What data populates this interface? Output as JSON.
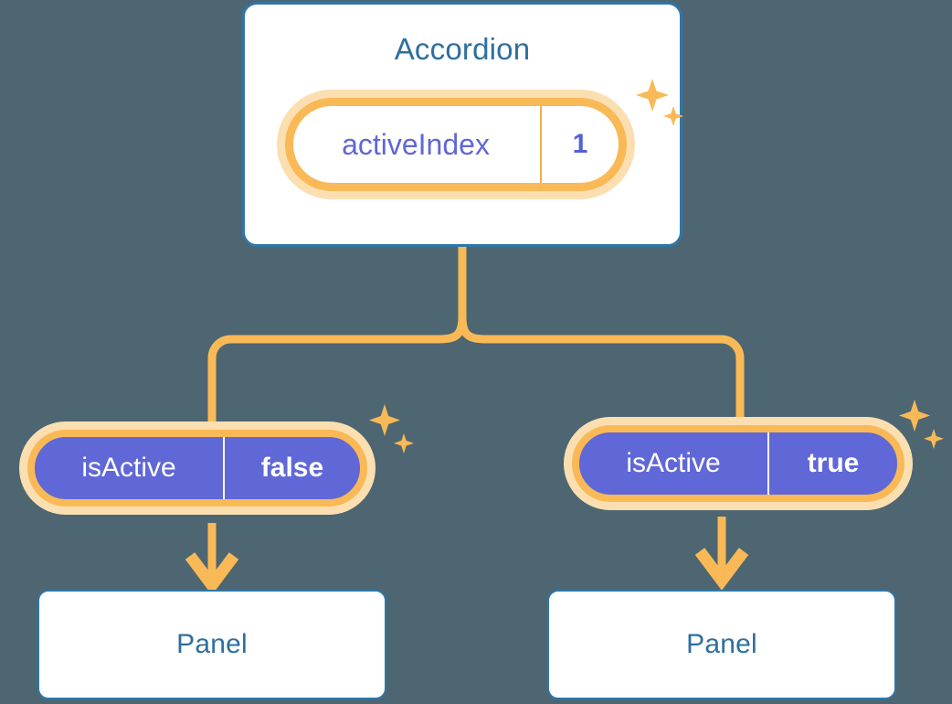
{
  "theme": {
    "background": "#4d6672",
    "card_bg": "#ffffff",
    "card_border": "#2f76a8",
    "title_text": "#2e6f9e",
    "accent_orange": "#f9b956",
    "accent_orange_soft": "#fbdfb0",
    "state_fill": "#6067d6",
    "state_text_light": "#ffffff",
    "state_key_text": "#6067d6",
    "state_value_text": "#5561d6"
  },
  "diagram": {
    "root": {
      "title": "Accordion",
      "state": {
        "key": "activeIndex",
        "value": "1"
      },
      "sparkle_icon": "sparkle-icon"
    },
    "children": [
      {
        "state": {
          "key": "isActive",
          "value": "false"
        },
        "panel_title": "Panel",
        "arrow_icon": "arrow-down-icon",
        "sparkle_icon": "sparkle-icon"
      },
      {
        "state": {
          "key": "isActive",
          "value": "true"
        },
        "panel_title": "Panel",
        "arrow_icon": "arrow-down-icon",
        "sparkle_icon": "sparkle-icon"
      }
    ],
    "connector_icon": "branch-connector-icon"
  }
}
